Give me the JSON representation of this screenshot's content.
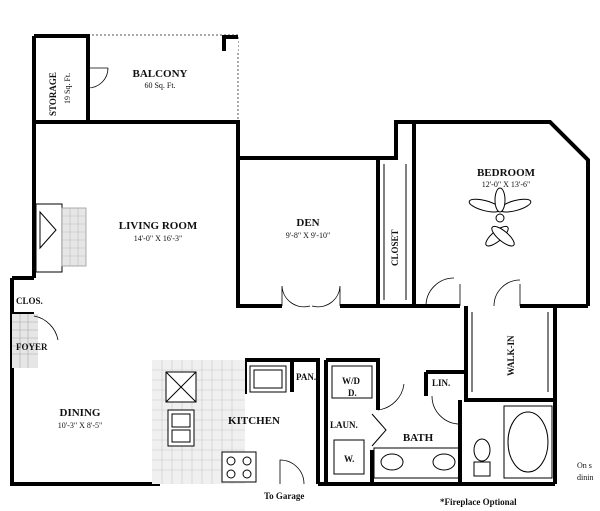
{
  "rooms": {
    "storage": {
      "label": "STORAGE",
      "area": "19 Sq. Ft."
    },
    "balcony": {
      "label": "BALCONY",
      "area": "60 Sq. Ft."
    },
    "living": {
      "label": "LIVING ROOM",
      "dims": "14'-0\" X 16'-3\""
    },
    "den": {
      "label": "DEN",
      "dims": "9'-8\" X 9'-10\""
    },
    "closet": {
      "label": "CLOSET"
    },
    "bedroom": {
      "label": "BEDROOM",
      "dims": "12'-0\" X 13'-6\""
    },
    "clos": {
      "label": "CLOS."
    },
    "foyer": {
      "label": "FOYER"
    },
    "dining": {
      "label": "DINING",
      "dims": "10'-3\" X 8'-5\""
    },
    "kitchen": {
      "label": "KITCHEN"
    },
    "pan": {
      "label": "PAN."
    },
    "wd": {
      "label": "W/D",
      "sub": "D."
    },
    "laun": {
      "label": "LAUN."
    },
    "w": {
      "label": "W."
    },
    "lin": {
      "label": "LIN."
    },
    "bath": {
      "label": "BATH"
    },
    "walkin": {
      "label": "WALK-IN"
    }
  },
  "notes": {
    "garage": "To Garage",
    "fireplace": "*Fireplace Optional",
    "edge_line1": "On s",
    "edge_line2": "dinin"
  }
}
